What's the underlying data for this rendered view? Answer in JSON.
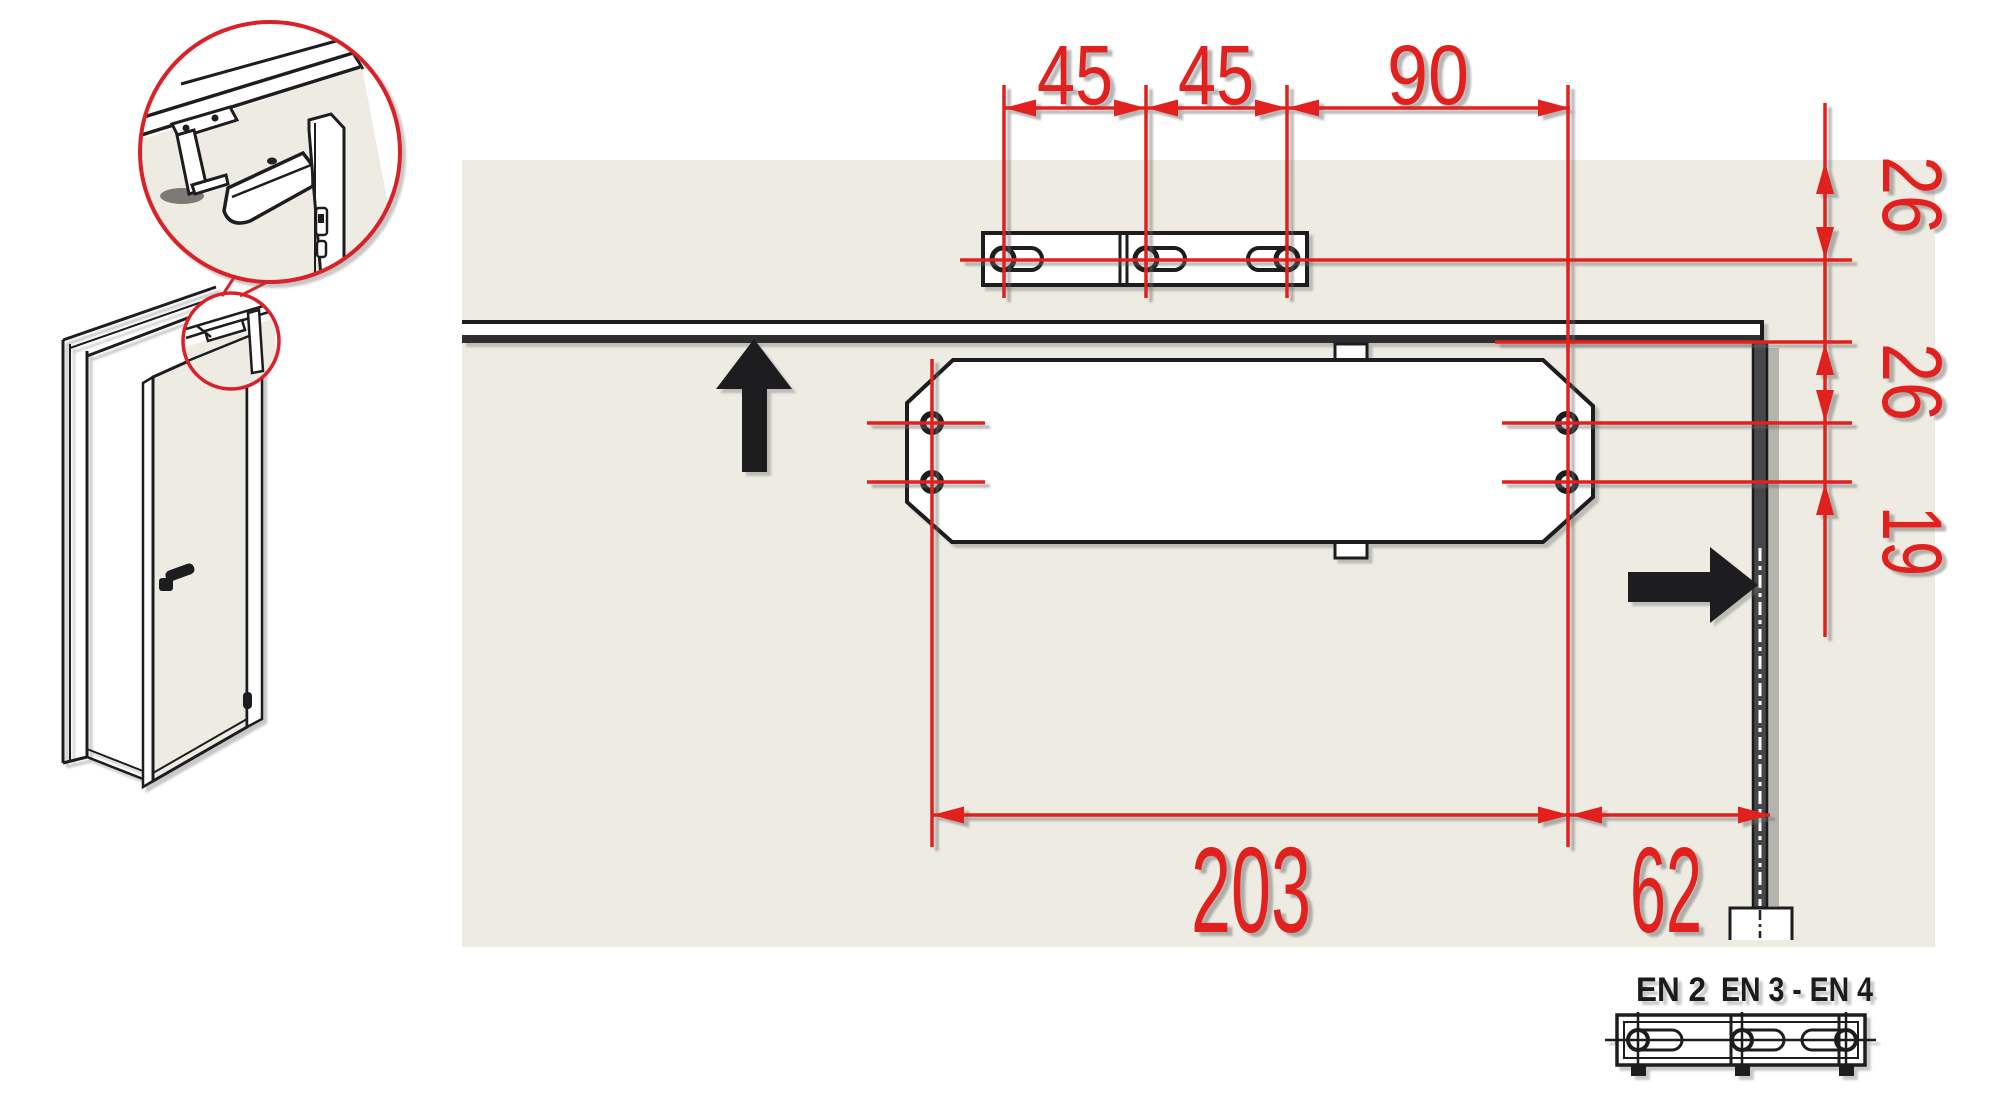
{
  "drawing_type": "door-closer installation dimension diagram (overhead closer with slide rail)",
  "colors": {
    "dimension_red": "#e2201d",
    "detail_circle_red": "#da2128",
    "panel_beige": "#edebe2",
    "line_black": "#1d1d1f",
    "door_edge_gray": "#47474a"
  },
  "dimensions": {
    "top": [
      {
        "label": "45"
      },
      {
        "label": "45"
      },
      {
        "label": "90"
      }
    ],
    "right": [
      {
        "label": "26"
      },
      {
        "label": "26"
      },
      {
        "label": "19"
      }
    ],
    "bottom": [
      {
        "label": "203"
      },
      {
        "label": "62"
      }
    ]
  },
  "en_classes": {
    "left": "EN 2",
    "right": "EN 3 - EN 4"
  },
  "icons": {
    "up_arrow": "mounting-direction-up-arrow",
    "right_arrow": "mounting-direction-right-arrow",
    "detail_circle_large": "zoom-detail-circle-large",
    "detail_circle_small": "zoom-detail-circle-small"
  }
}
